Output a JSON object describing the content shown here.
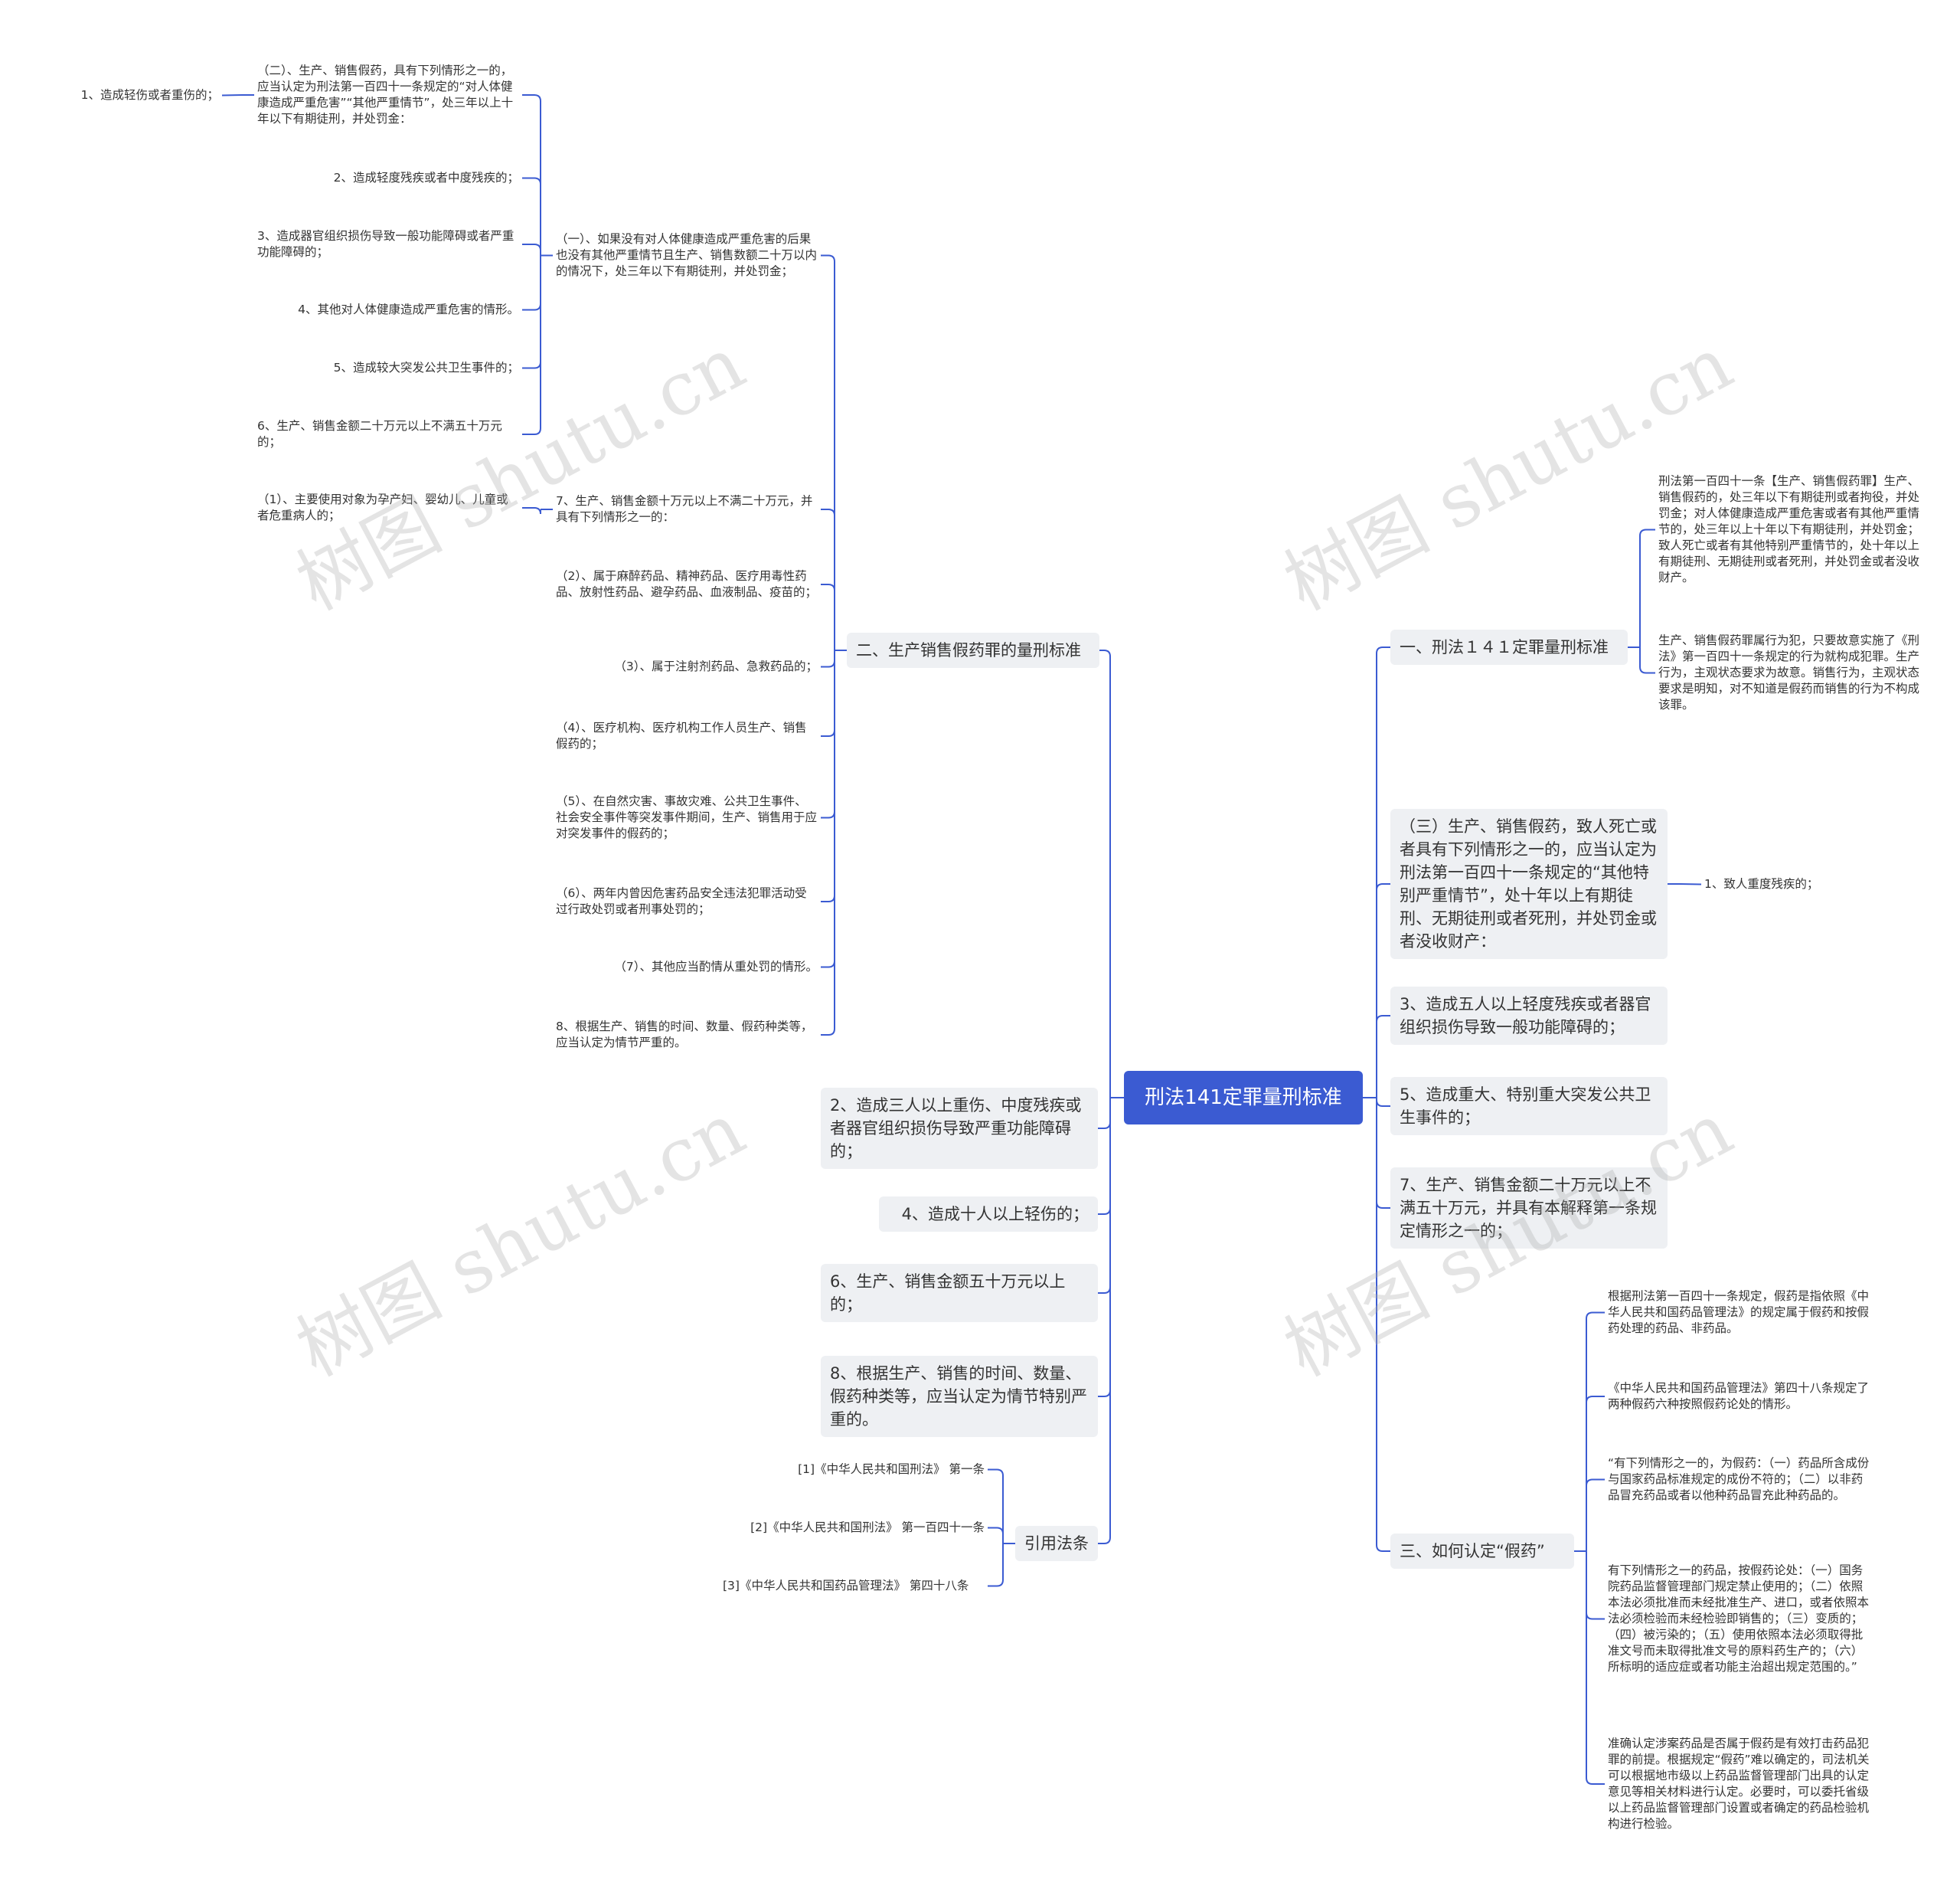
{
  "root": {
    "label": "刑法141定罪量刑标准"
  },
  "left": {
    "branch2": {
      "label": "二、生产销售假药罪的量刑标准"
    },
    "sub1": {
      "label": "（一）、如果没有对人体健康造成严重危害的后果也没有其他严重情节且生产、销售数额二十万以内的情况下，处三年以下有期徒刑，并处罚金；"
    },
    "sub1_children": [
      "（二）、生产、销售假药，具有下列情形之一的，应当认定为刑法第一百四十一条规定的“对人体健康造成严重危害”“其他严重情节”，处三年以上十年以下有期徒刑，并处罚金：",
      "2、造成轻度残疾或者中度残疾的；",
      "3、造成器官组织损伤导致一般功能障碍或者严重功能障碍的；",
      "4、其他对人体健康造成严重危害的情形。",
      "5、造成较大突发公共卫生事件的；",
      "6、生产、销售金额二十万元以上不满五十万元的；"
    ],
    "subsub1": "1、造成轻伤或者重伤的；",
    "sub7": {
      "label": "7、生产、销售金额十万元以上不满二十万元，并具有下列情形之一的："
    },
    "sub7_child": "（1）、主要使用对象为孕产妇、婴幼儿、儿童或者危重病人的；",
    "items": [
      "（2）、属于麻醉药品、精神药品、医疗用毒性药品、放射性药品、避孕药品、血液制品、疫苗的；",
      "（3）、属于注射剂药品、急救药品的；",
      "（4）、医疗机构、医疗机构工作人员生产、销售假药的；",
      "（5）、在自然灾害、事故灾难、公共卫生事件、社会安全事件等突发事件期间，生产、销售用于应对突发事件的假药的；",
      "（6）、两年内曾因危害药品安全违法犯罪活动受过行政处罚或者刑事处罚的；",
      "（7）、其他应当酌情从重处罚的情形。",
      "8、根据生产、销售的时间、数量、假药种类等，应当认定为情节严重的。"
    ],
    "other_l1": [
      "2、造成三人以上重伤、中度残疾或者器官组织损伤导致严重功能障碍的；",
      "4、造成十人以上轻伤的；",
      "6、生产、销售金额五十万元以上的；",
      "8、根据生产、销售的时间、数量、假药种类等，应当认定为情节特别严重的。"
    ],
    "refs": {
      "label": "引用法条",
      "items": [
        "[1]《中华人民共和国刑法》 第一条",
        "[2]《中华人民共和国刑法》 第一百四十一条",
        "[3]《中华人民共和国药品管理法》 第四十八条"
      ]
    }
  },
  "right": {
    "branch1": {
      "label": "一、刑法１４１定罪量刑标准",
      "children": [
        "刑法第一百四十一条【生产、销售假药罪】生产、销售假药的，处三年以下有期徒刑或者拘役，并处罚金；对人体健康造成严重危害或者有其他严重情节的，处三年以上十年以下有期徒刑，并处罚金；致人死亡或者有其他特别严重情节的，处十年以上有期徒刑、无期徒刑或者死刑，并处罚金或者没收财产。",
        "生产、销售假药罪属行为犯，只要故意实施了《刑法》第一百四十一条规定的行为就构成犯罪。生产行为，主观状态要求为故意。销售行为，主观状态要求是明知，对不知道是假药而销售的行为不构成该罪。"
      ]
    },
    "branch3a": {
      "label": "（三）生产、销售假药，致人死亡或者具有下列情形之一的，应当认定为刑法第一百四十一条规定的“其他特别严重情节”，处十年以上有期徒刑、无期徒刑或者死刑，并处罚金或者没收财产：",
      "child": "1、致人重度残疾的；"
    },
    "other_l1": [
      "3、造成五人以上轻度残疾或者器官组织损伤导致一般功能障碍的；",
      "5、造成重大、特别重大突发公共卫生事件的；",
      "7、生产、销售金额二十万元以上不满五十万元，并具有本解释第一条规定情形之一的；"
    ],
    "branch3": {
      "label": "三、如何认定“假药”",
      "children": [
        "根据刑法第一百四十一条规定，假药是指依照《中华人民共和国药品管理法》的规定属于假药和按假药处理的药品、非药品。",
        "《中华人民共和国药品管理法》第四十八条规定了两种假药六种按照假药论处的情形。",
        "“有下列情形之一的，为假药：（一）药品所含成份与国家药品标准规定的成份不符的；（二）以非药品冒充药品或者以他种药品冒充此种药品的。",
        "有下列情形之一的药品，按假药论处：（一）国务院药品监督管理部门规定禁止使用的；（二）依照本法必须批准而未经批准生产、进口，或者依照本法必须检验而未经检验即销售的；（三）变质的；（四）被污染的；（五）使用依照本法必须取得批准文号而未取得批准文号的原料药生产的；（六）所标明的适应症或者功能主治超出规定范围的。”",
        "准确认定涉案药品是否属于假药是有效打击药品犯罪的前提。根据规定“假药”难以确定的，司法机关可以根据地市级以上药品监督管理部门出具的认定意见等相关材料进行认定。必要时，可以委托省级以上药品监督管理部门设置或者确定的药品检验机构进行检验。"
      ]
    }
  },
  "watermark": "树图 shutu.cn",
  "colors": {
    "line": "#3b5bd2",
    "root_bg": "#3b5bd2",
    "node_bg": "#eef0f3"
  }
}
